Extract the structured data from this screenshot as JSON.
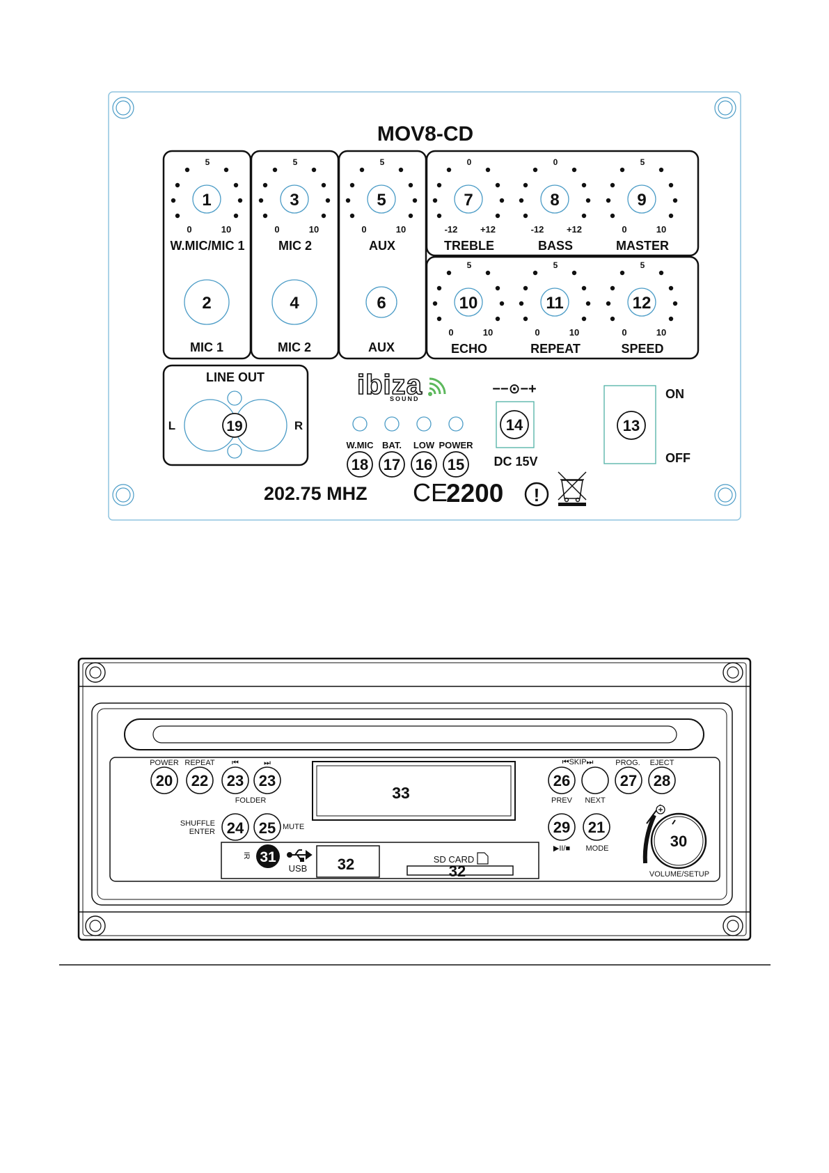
{
  "mixer": {
    "title": "MOV8-CD",
    "mic_knobs": [
      {
        "number": "1",
        "top": "5",
        "min": "0",
        "max": "10",
        "label": "W.MIC/MIC 1"
      },
      {
        "number": "3",
        "top": "5",
        "min": "0",
        "max": "10",
        "label": "MIC  2"
      },
      {
        "number": "5",
        "top": "5",
        "min": "0",
        "max": "10",
        "label": "AUX"
      }
    ],
    "jacks": [
      {
        "number": "2",
        "label": "MIC  1"
      },
      {
        "number": "4",
        "label": "MIC  2"
      },
      {
        "number": "6",
        "label": "AUX"
      }
    ],
    "tone_knobs": [
      {
        "number": "7",
        "top": "0",
        "min": "-12",
        "max": "+12",
        "label": "TREBLE"
      },
      {
        "number": "8",
        "top": "0",
        "min": "-12",
        "max": "+12",
        "label": "BASS"
      },
      {
        "number": "9",
        "top": "5",
        "min": "0",
        "max": "10",
        "label": "MASTER"
      }
    ],
    "effect_knobs": [
      {
        "number": "10",
        "top": "5",
        "min": "0",
        "max": "10",
        "label": "ECHO"
      },
      {
        "number": "11",
        "top": "5",
        "min": "0",
        "max": "10",
        "label": "REPEAT"
      },
      {
        "number": "12",
        "top": "5",
        "min": "0",
        "max": "10",
        "label": "SPEED"
      }
    ],
    "line_out": {
      "title": "LINE OUT",
      "left": "L",
      "right": "R",
      "number": "19"
    },
    "logo": {
      "brand": "ibiza",
      "sub": "SOUND"
    },
    "leds": [
      {
        "label": "W.MIC",
        "number": "18"
      },
      {
        "label": "BAT.",
        "number": "17"
      },
      {
        "label": "LOW",
        "number": "16"
      },
      {
        "label": "POWER",
        "number": "15"
      }
    ],
    "dc": {
      "symbol": "−−⊙−+",
      "number": "14",
      "label": "DC  15V"
    },
    "switch": {
      "number": "13",
      "on": "ON",
      "off": "OFF"
    },
    "frequency": "202.75  MHZ",
    "ce_mark": "CE",
    "ce_number": "2200",
    "alert_mark": "!"
  },
  "cd_unit": {
    "buttons_left": [
      {
        "label": "POWER",
        "number": "20"
      },
      {
        "label": "REPEAT",
        "number": "22"
      },
      {
        "label": "⏮",
        "number": "23"
      },
      {
        "label": "⏭",
        "number": "23"
      }
    ],
    "folder_label": "FOLDER",
    "shuffle_label_1": "SHUFFLE",
    "shuffle_label_2": "ENTER",
    "btn24": "24",
    "btn25": "25",
    "mute_label": "MUTE",
    "display_number": "33",
    "skip_label": "⏮SKIP⏭",
    "btn26": "26",
    "prev_label": "PREV",
    "next_label": "NEXT",
    "btn27": "27",
    "prog_label": "PROG.",
    "btn28": "28",
    "eject_label": "EJECT",
    "btn29": "29",
    "play_label": "▶II/■",
    "btn21": "21",
    "mode_label": "MODE",
    "btn30": "30",
    "volume_label": "VOLUME/SETUP",
    "ir_label": "IR",
    "btn31": "31",
    "usb_label": "USB",
    "usb_number": "32",
    "sd_label": "SD CARD",
    "sd_number": "32"
  }
}
